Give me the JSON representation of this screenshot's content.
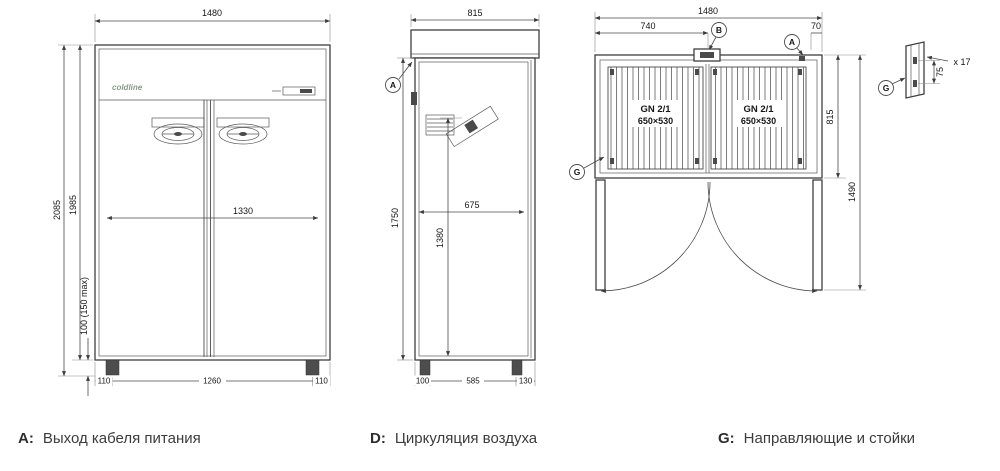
{
  "brand": "coldline",
  "front": {
    "dim_width": "1480",
    "dim_height_total": "2085",
    "dim_height_body": "1985",
    "dim_legs": "100 (150 max)",
    "dim_inner_width": "1330",
    "dim_foot_left": "110",
    "dim_foot_span": "1260",
    "dim_foot_right": "110"
  },
  "side": {
    "dim_width": "815",
    "callout_a": "A",
    "dim_inner_depth": "675",
    "dim_inner_height": "1380",
    "dim_height": "1750",
    "dim_foot_left": "100",
    "dim_foot_span": "585",
    "dim_foot_right": "130"
  },
  "top": {
    "dim_width": "1480",
    "dim_half_width": "740",
    "dim_hinge_offset": "70",
    "callout_b": "B",
    "callout_a": "A",
    "callout_g": "G",
    "shelf_left_type": "GN 2/1",
    "shelf_left_size": "650×530",
    "shelf_right_type": "GN 2/1",
    "shelf_right_size": "650×530",
    "dim_depth_body": "815",
    "dim_depth_total": "1490"
  },
  "detail": {
    "callout_g": "G",
    "count": "x 17",
    "dim_pitch": "75"
  },
  "legend": {
    "a_key": "A:",
    "a_text": "Выход кабеля питания",
    "d_key": "D:",
    "d_text": "Циркуляция воздуха",
    "g_key": "G:",
    "g_text": "Направляющие и стойки"
  }
}
